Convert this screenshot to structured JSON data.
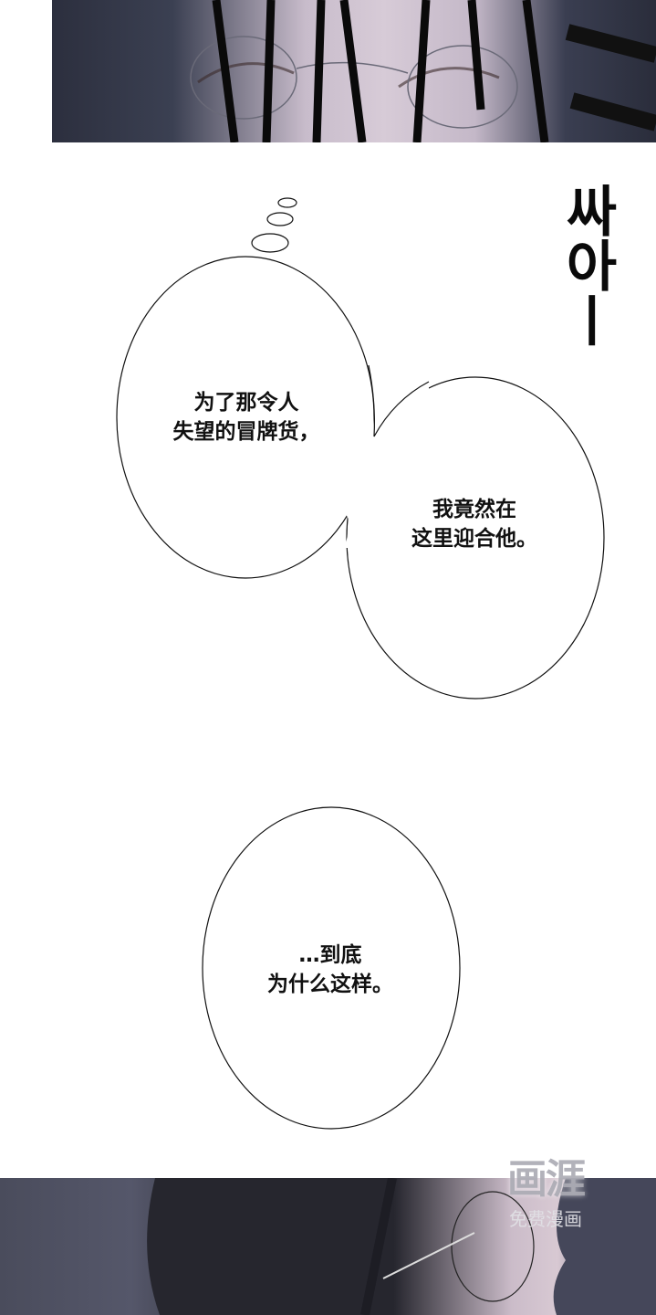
{
  "panels": {
    "top": {
      "description": "Close-up of closed eyes with round glasses and dark hair strands"
    },
    "bottom": {
      "description": "Profile of face with glasses and dark hair against dark gray background"
    }
  },
  "sfx": {
    "text": "싸아ㅣ"
  },
  "bubbles": [
    {
      "type": "thought",
      "lines": [
        "为了那令人",
        "失望的冒牌货，"
      ]
    },
    {
      "type": "thought",
      "lines": [
        "我竟然在",
        "这里迎合他。"
      ]
    },
    {
      "type": "thought",
      "lines": [
        "…到底",
        "为什么这样。"
      ]
    }
  ],
  "watermark": {
    "logo": "画涯",
    "subtitle": "免费漫画"
  },
  "colors": {
    "panel_dark": "#2c2f3e",
    "skin": "#d7cbd7",
    "bg": "#ffffff",
    "outline": "#111111"
  }
}
